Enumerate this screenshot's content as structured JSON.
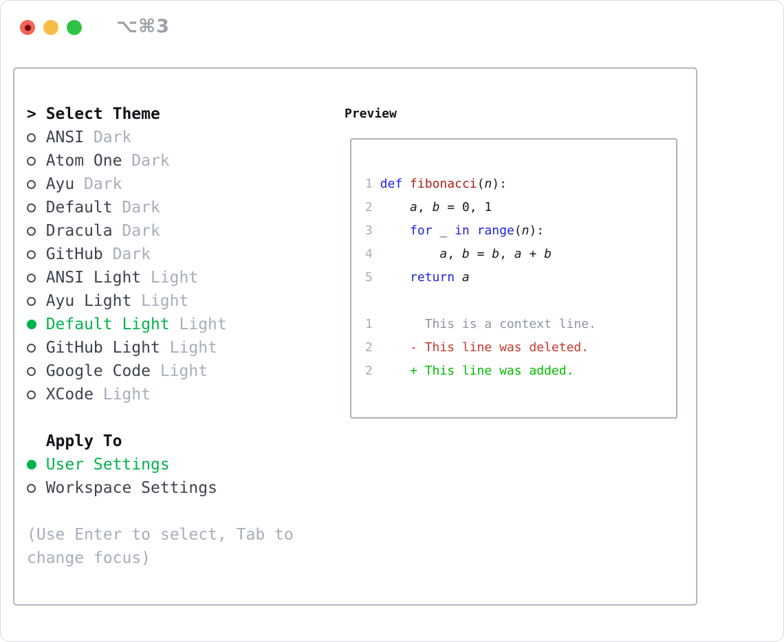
{
  "window": {
    "title": "⌥⌘3"
  },
  "colors": {
    "accent_green": "#00b44c",
    "keyword_blue": "#1d22e8",
    "function_red": "#a81d14",
    "diff_deleted_red": "#c5372a",
    "diff_added_green": "#00bd00",
    "muted_gray": "#a6aeba",
    "context_gray": "#8e959f"
  },
  "theme_list": {
    "header": {
      "marker": ">",
      "label": "Select Theme"
    },
    "items": [
      {
        "name": "ANSI",
        "variant": "Dark",
        "selected": false
      },
      {
        "name": "Atom One",
        "variant": "Dark",
        "selected": false
      },
      {
        "name": "Ayu",
        "variant": "Dark",
        "selected": false
      },
      {
        "name": "Default",
        "variant": "Dark",
        "selected": false
      },
      {
        "name": "Dracula",
        "variant": "Dark",
        "selected": false
      },
      {
        "name": "GitHub",
        "variant": "Dark",
        "selected": false
      },
      {
        "name": "ANSI Light",
        "variant": "Light",
        "selected": false
      },
      {
        "name": "Ayu Light",
        "variant": "Light",
        "selected": false
      },
      {
        "name": "Default Light",
        "variant": "Light",
        "selected": true
      },
      {
        "name": "GitHub Light",
        "variant": "Light",
        "selected": false
      },
      {
        "name": "Google Code",
        "variant": "Light",
        "selected": false
      },
      {
        "name": "XCode",
        "variant": "Light",
        "selected": false
      }
    ]
  },
  "apply_to": {
    "header": "Apply To",
    "options": [
      {
        "label": "User Settings",
        "selected": true
      },
      {
        "label": "Workspace Settings",
        "selected": false
      }
    ]
  },
  "hint": {
    "lines": [
      "(Use Enter to select, Tab to",
      "change focus)"
    ]
  },
  "preview": {
    "title": "Preview",
    "lines": [
      {
        "num": "1",
        "tokens": [
          [
            "def ",
            "kw"
          ],
          [
            "fibonacci",
            "fn"
          ],
          [
            "(",
            "pl"
          ],
          [
            "n",
            "id"
          ],
          [
            "):",
            "pl"
          ]
        ]
      },
      {
        "num": "2",
        "tokens": [
          [
            "    ",
            "pl"
          ],
          [
            "a",
            "id"
          ],
          [
            ", ",
            "pl"
          ],
          [
            "b",
            "id"
          ],
          [
            " = 0, 1",
            "pl"
          ]
        ]
      },
      {
        "num": "3",
        "tokens": [
          [
            "    ",
            "pl"
          ],
          [
            "for",
            "kw"
          ],
          [
            " _ ",
            "pl"
          ],
          [
            "in",
            "kw"
          ],
          [
            " ",
            "pl"
          ],
          [
            "range",
            "kw"
          ],
          [
            "(",
            "pl"
          ],
          [
            "n",
            "id"
          ],
          [
            "):",
            "pl"
          ]
        ]
      },
      {
        "num": "4",
        "tokens": [
          [
            "        ",
            "pl"
          ],
          [
            "a",
            "id"
          ],
          [
            ", ",
            "pl"
          ],
          [
            "b",
            "id"
          ],
          [
            " = ",
            "pl"
          ],
          [
            "b",
            "id"
          ],
          [
            ", ",
            "pl"
          ],
          [
            "a",
            "id"
          ],
          [
            " + ",
            "pl"
          ],
          [
            "b",
            "id"
          ]
        ]
      },
      {
        "num": "5",
        "tokens": [
          [
            "    ",
            "pl"
          ],
          [
            "return ",
            "kw"
          ],
          [
            "a",
            "id"
          ]
        ]
      },
      {
        "num": "",
        "tokens": []
      },
      {
        "num": "1",
        "tokens": [
          [
            "      This is a context line.",
            "ctx"
          ]
        ]
      },
      {
        "num": "2",
        "tokens": [
          [
            "    - This line was deleted.",
            "del"
          ]
        ]
      },
      {
        "num": "2",
        "tokens": [
          [
            "    + This line was added.",
            "add"
          ]
        ]
      }
    ]
  }
}
